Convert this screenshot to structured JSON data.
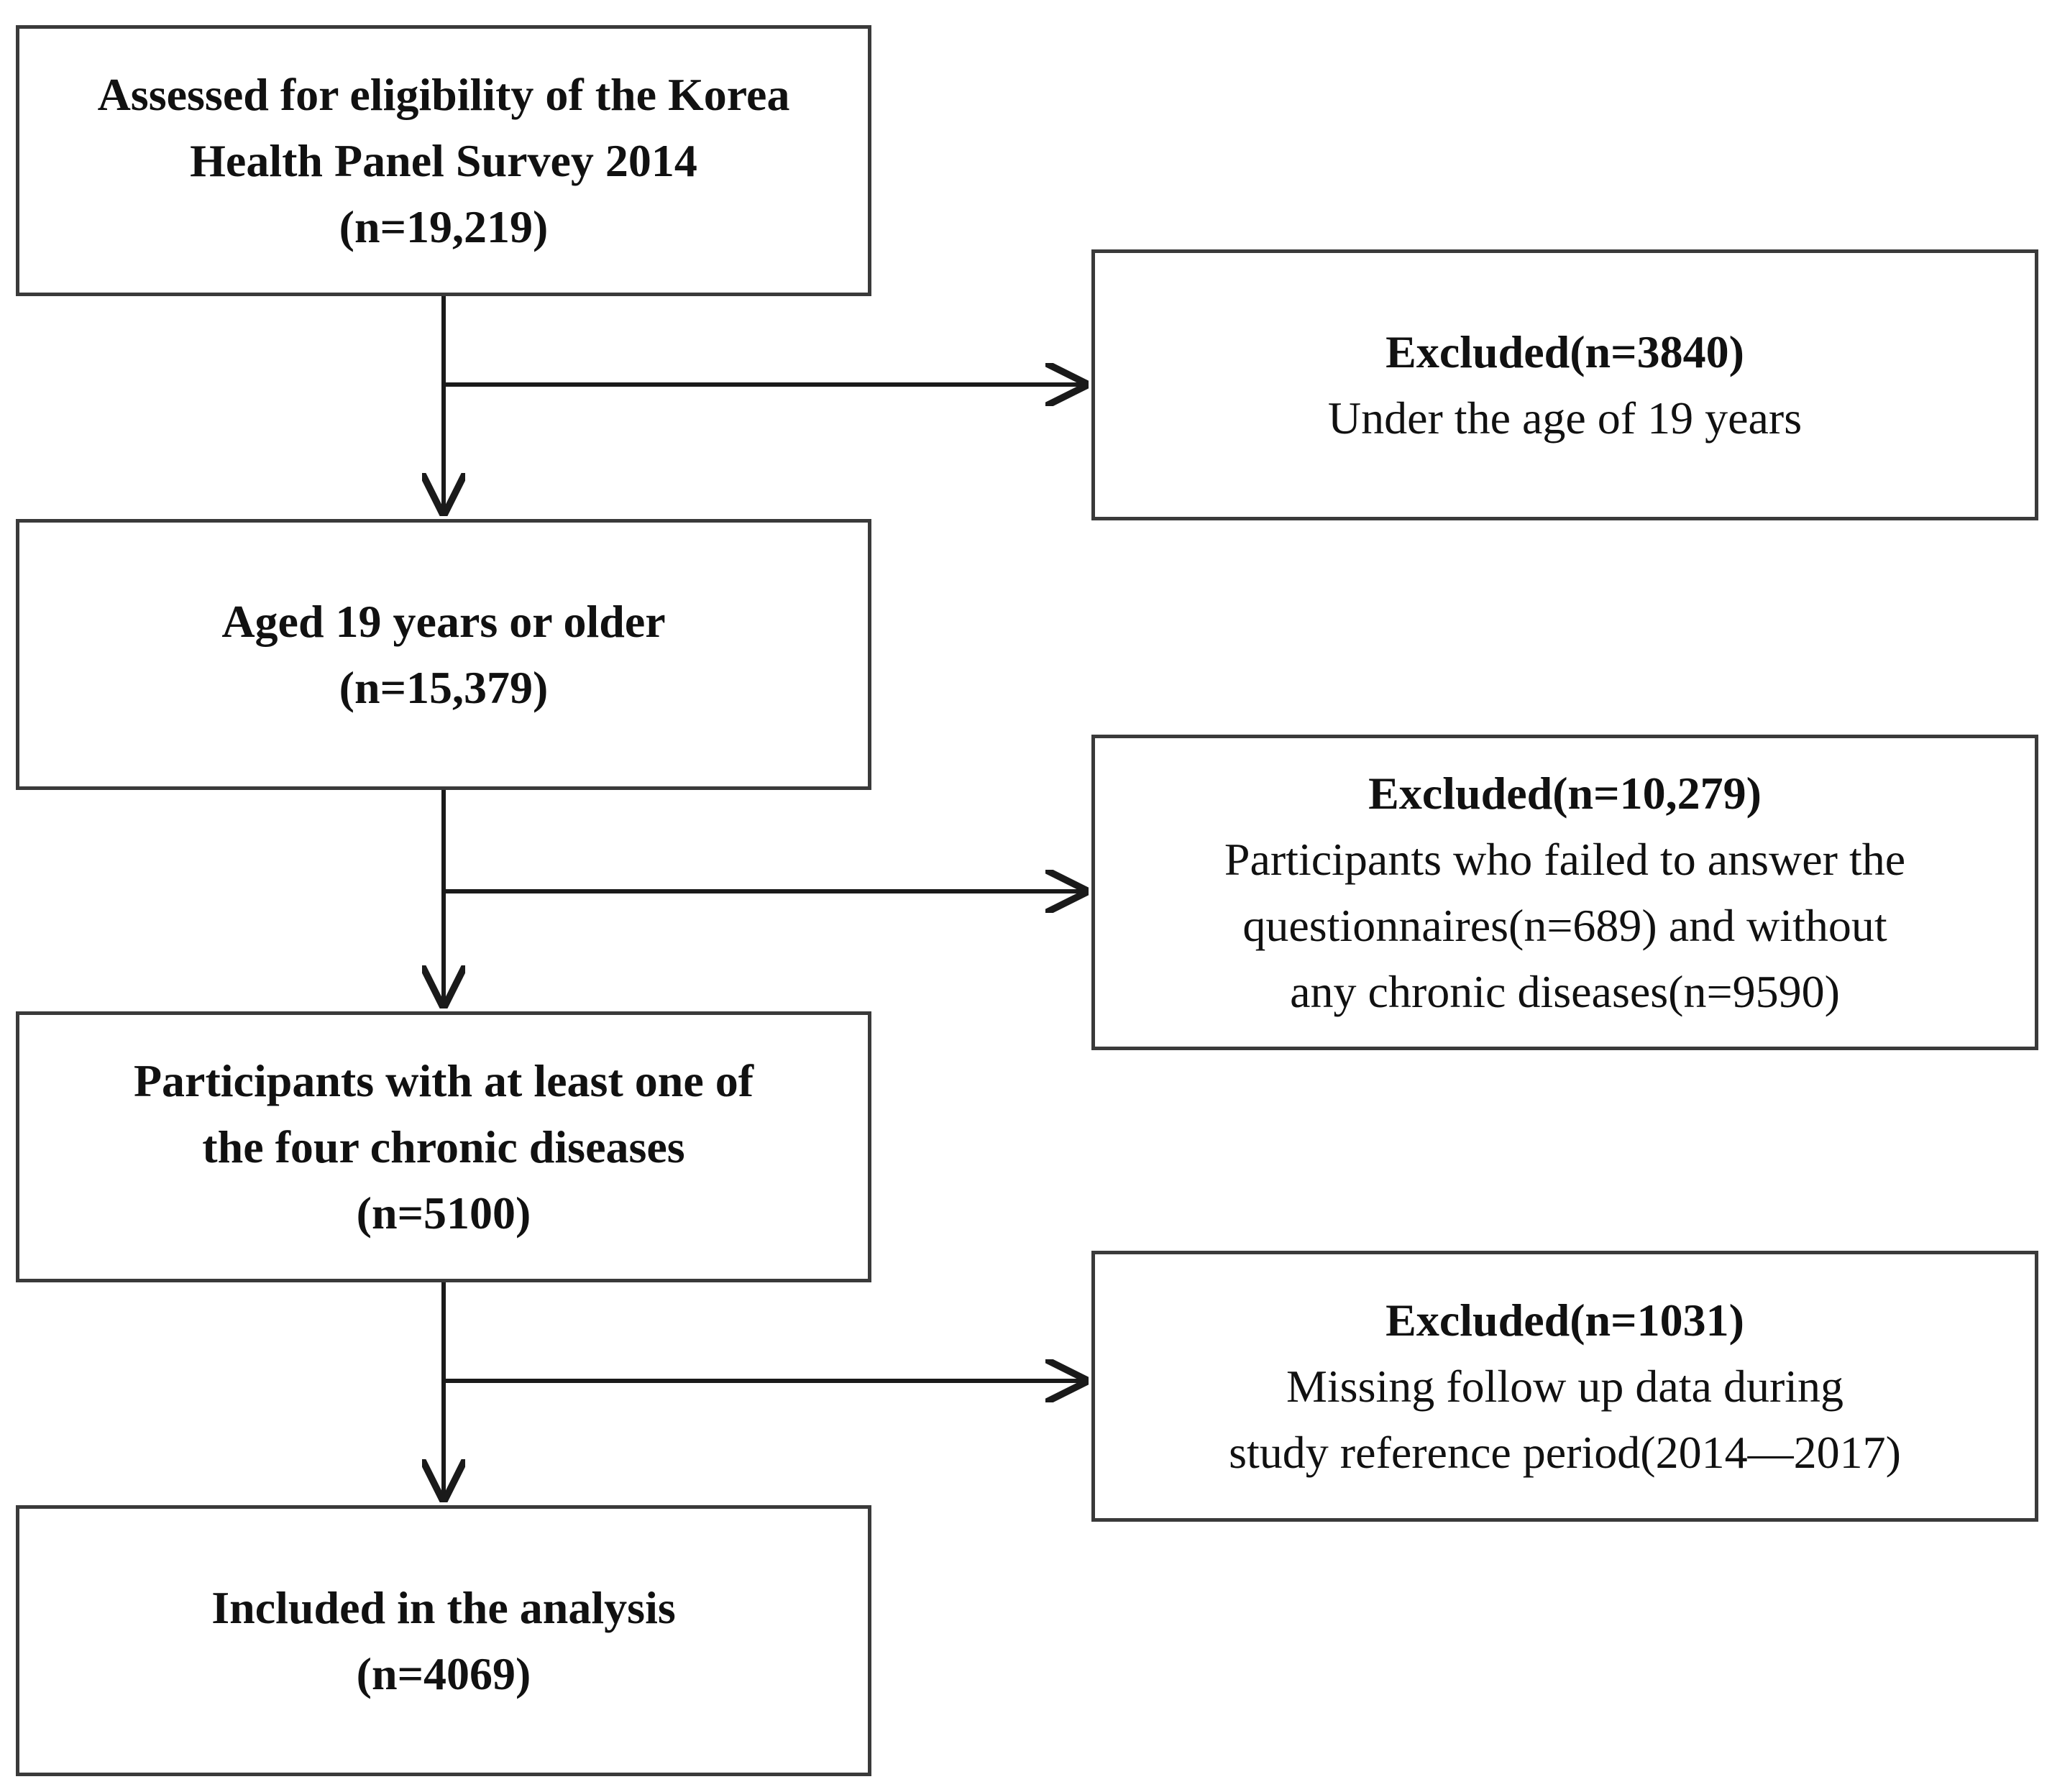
{
  "boxes": {
    "eligibility": {
      "line1": "Assessed for eligibility of the Korea",
      "line2": "Health Panel Survey 2014",
      "line3": "(n=19,219)"
    },
    "aged": {
      "line1": "Aged 19 years or older",
      "line2": "(n=15,379)"
    },
    "chronic": {
      "line1": "Participants with at least one of",
      "line2": "the four chronic diseases",
      "line3": "(n=5100)"
    },
    "included": {
      "line1": "Included in the analysis",
      "line2": "(n=4069)"
    },
    "excluded_1": {
      "title": "Excluded(n=3840)",
      "line1": "Under the age of 19 years"
    },
    "excluded_2": {
      "title": "Excluded(n=10,279)",
      "line1": "Participants who failed to answer the",
      "line2": "questionnaires(n=689) and without",
      "line3": "any chronic diseases(n=9590)"
    },
    "excluded_3": {
      "title": "Excluded(n=1031)",
      "line1": "Missing follow up data during",
      "line2": "study reference period(2014—2017)"
    }
  },
  "colors": {
    "line": "#1a1a1a",
    "border": "#3a3a3a"
  }
}
